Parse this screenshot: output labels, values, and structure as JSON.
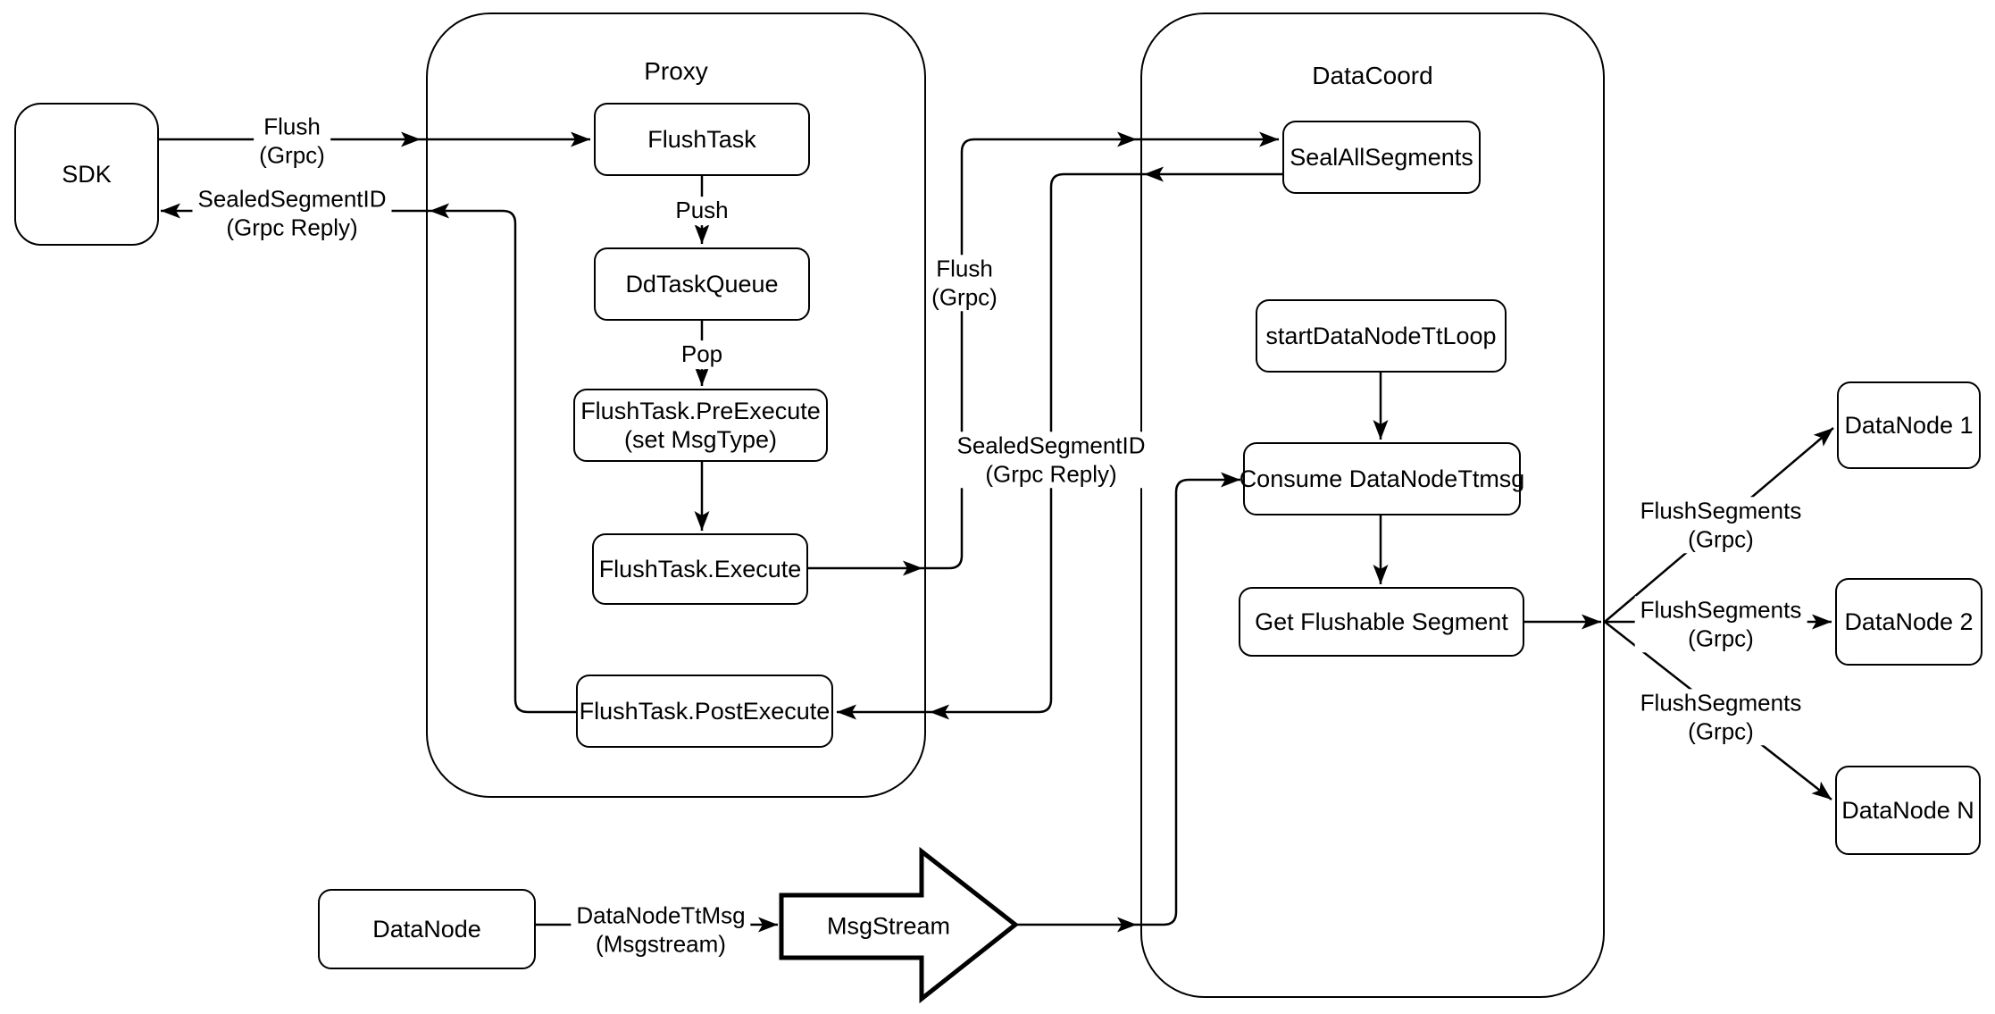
{
  "containers": {
    "proxy": {
      "title": "Proxy"
    },
    "datacoord": {
      "title": "DataCoord"
    }
  },
  "nodes": {
    "sdk": {
      "label": "SDK"
    },
    "flush_task": {
      "label": "FlushTask"
    },
    "dd_task_queue": {
      "label": "DdTaskQueue"
    },
    "pre_execute": {
      "line1": "FlushTask.PreExecute",
      "line2": "(set MsgType)"
    },
    "execute": {
      "label": "FlushTask.Execute"
    },
    "post_execute": {
      "label": "FlushTask.PostExecute"
    },
    "seal_all_segments": {
      "label": "SealAllSegments"
    },
    "start_datanode_tt_loop": {
      "label": "startDataNodeTtLoop"
    },
    "consume_datanode_ttmsg": {
      "label": "Consume DataNodeTtmsg"
    },
    "get_flushable_segment": {
      "label": "Get Flushable Segment"
    },
    "datanode_1": {
      "label": "DataNode 1"
    },
    "datanode_2": {
      "label": "DataNode 2"
    },
    "datanode_n": {
      "label": "DataNode N"
    },
    "datanode": {
      "label": "DataNode"
    },
    "msgstream": {
      "label": "MsgStream"
    }
  },
  "edge_labels": {
    "flush_grpc_sdk": {
      "line1": "Flush",
      "line2": "(Grpc)"
    },
    "sealed_segment_id_sdk": {
      "line1": "SealedSegmentID",
      "line2": "(Grpc Reply)"
    },
    "push": {
      "label": "Push"
    },
    "pop": {
      "label": "Pop"
    },
    "flush_grpc_mid": {
      "line1": "Flush",
      "line2": "(Grpc)"
    },
    "sealed_segment_id_mid": {
      "line1": "SealedSegmentID",
      "line2": "(Grpc Reply)"
    },
    "flush_segments_1": {
      "line1": "FlushSegments",
      "line2": "(Grpc)"
    },
    "flush_segments_2": {
      "line1": "FlushSegments",
      "line2": "(Grpc)"
    },
    "flush_segments_3": {
      "line1": "FlushSegments",
      "line2": "(Grpc)"
    },
    "datanode_tt_msg": {
      "line1": "DataNodeTtMsg",
      "line2": "(Msgstream)"
    }
  },
  "colors": {
    "stroke": "#000000",
    "node_fill": "#ffffff",
    "background": "#ffffff"
  }
}
